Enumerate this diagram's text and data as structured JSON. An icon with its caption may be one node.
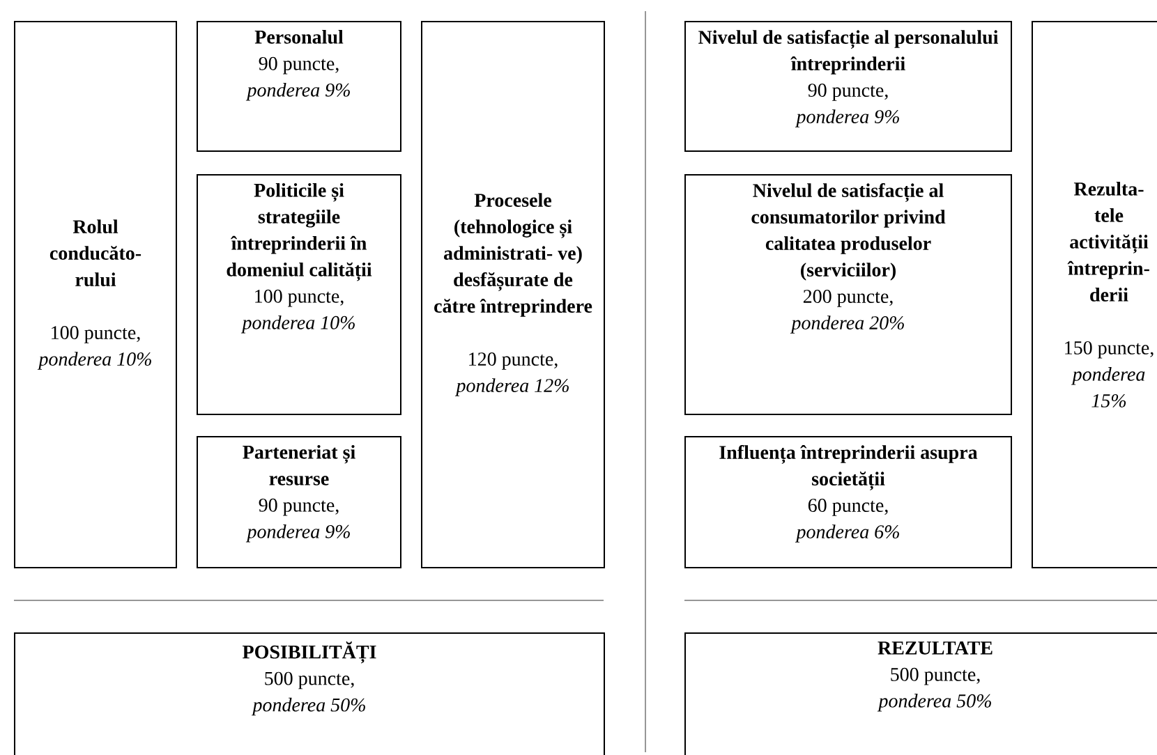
{
  "diagram": {
    "nodes": [
      {
        "text": [
          "Rolul conducăto- rului",
          "100 puncte,",
          "ponderea 10%"
        ]
      },
      {
        "text": [
          "Personalul",
          "90 puncte,",
          "ponderea 9%"
        ]
      },
      {
        "text": [
          "Politicile și strategiile întreprinderii în domeniul calității",
          "100 puncte,",
          "ponderea 10%"
        ]
      },
      {
        "text": [
          "Parteneriat și resurse",
          "90 puncte,",
          "ponderea 9%"
        ]
      },
      {
        "text": [
          "Procesele (tehnologice și administrati- ve) desfășurate de către întreprindere",
          "120 puncte,",
          "ponderea 12%"
        ]
      },
      {
        "text": [
          "Nivelul de satisfacție al personalului întreprinderii",
          "90 puncte,",
          "ponderea 9%"
        ]
      },
      {
        "text": [
          "Nivelul de satisfacție al consumatorilor privind calitatea produselor (serviciilor)",
          "200 puncte,",
          "ponderea 20%"
        ]
      },
      {
        "text": [
          "Influența întreprinderii asupra societății",
          "60 puncte,",
          "ponderea 6%"
        ]
      },
      {
        "text": [
          "Rezulta- tele activității întreprin- derii",
          "150 puncte,",
          "ponderea 15%"
        ]
      },
      {
        "text": [
          "POSIBILITĂȚI",
          "500 puncte,",
          "ponderea 50%"
        ]
      },
      {
        "text": [
          "REZULTATE",
          "500 puncte,",
          "ponderea 50%"
        ]
      }
    ]
  }
}
